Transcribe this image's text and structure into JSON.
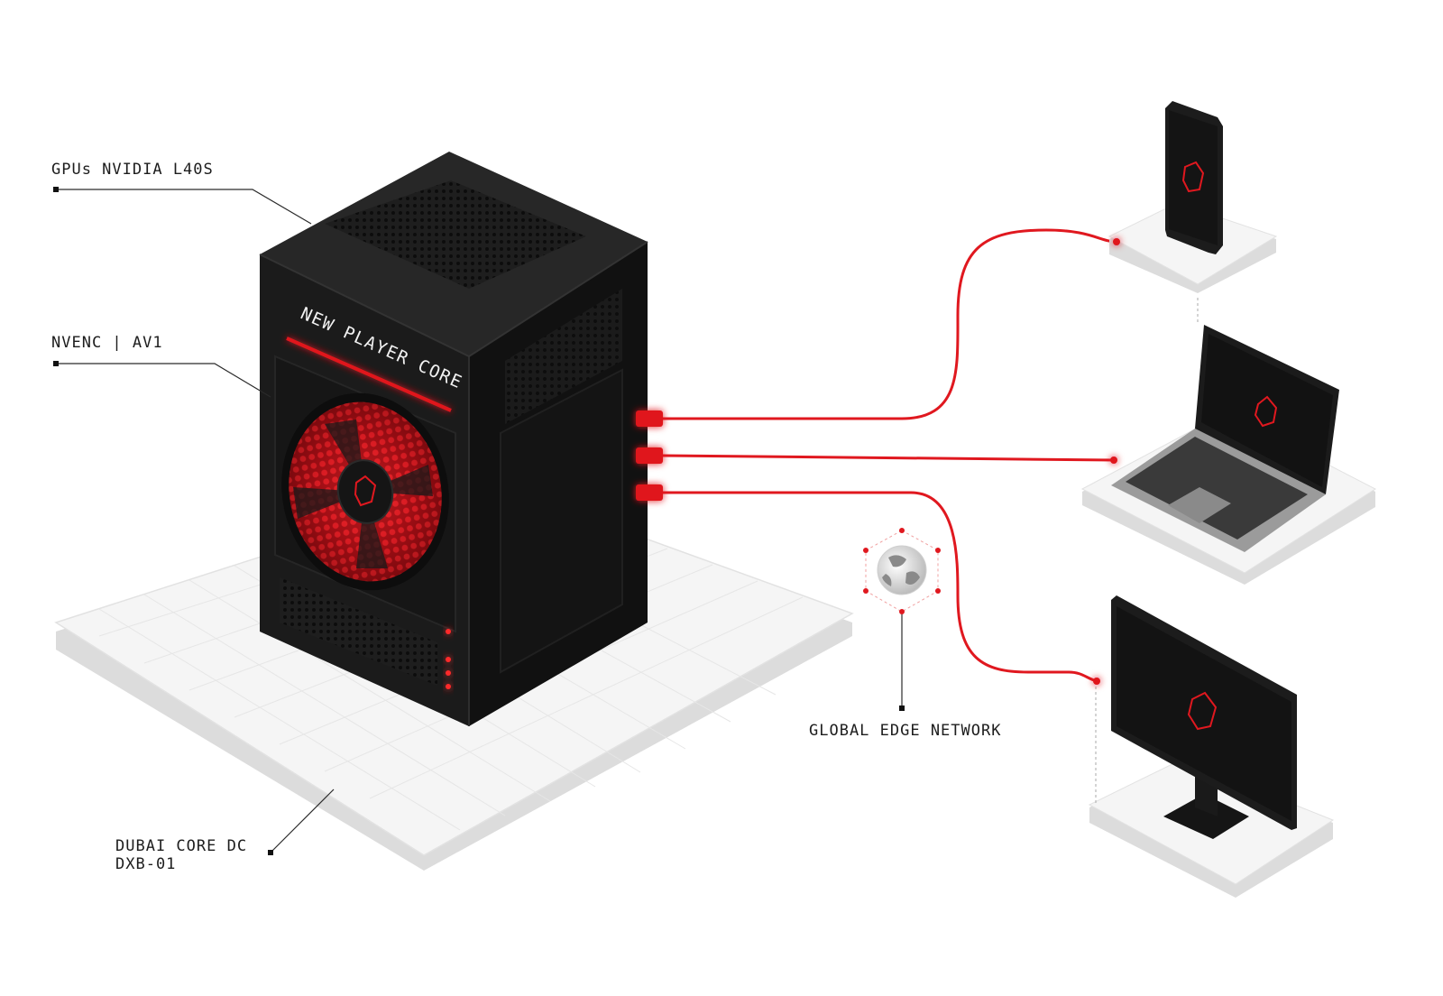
{
  "labels": {
    "gpus": "GPUs NVIDIA L40S",
    "encoder": "NVENC | AV1",
    "datacenter_line1": "DUBAI CORE DC",
    "datacenter_line2": "DXB-01",
    "network": "GLOBAL EDGE NETWORK"
  },
  "server": {
    "panel_text": "NEW PLAYER CORE"
  },
  "colors": {
    "accent": "#e0181f",
    "accent_dark": "#8e0c10",
    "chassis": "#1b1b1b",
    "chassis_side": "#101010",
    "chassis_top": "#262626",
    "platform": "#f3f3f3",
    "platform_edge": "#dcdcdc",
    "grid": "#e4e4e4",
    "line": "#2a2a2a"
  },
  "icons": {
    "server": "server-tower-icon",
    "fan": "fan-icon",
    "globe": "globe-icon",
    "phone": "smartphone-icon",
    "laptop": "laptop-icon",
    "monitor": "monitor-icon",
    "logo": "brand-logo-icon"
  }
}
